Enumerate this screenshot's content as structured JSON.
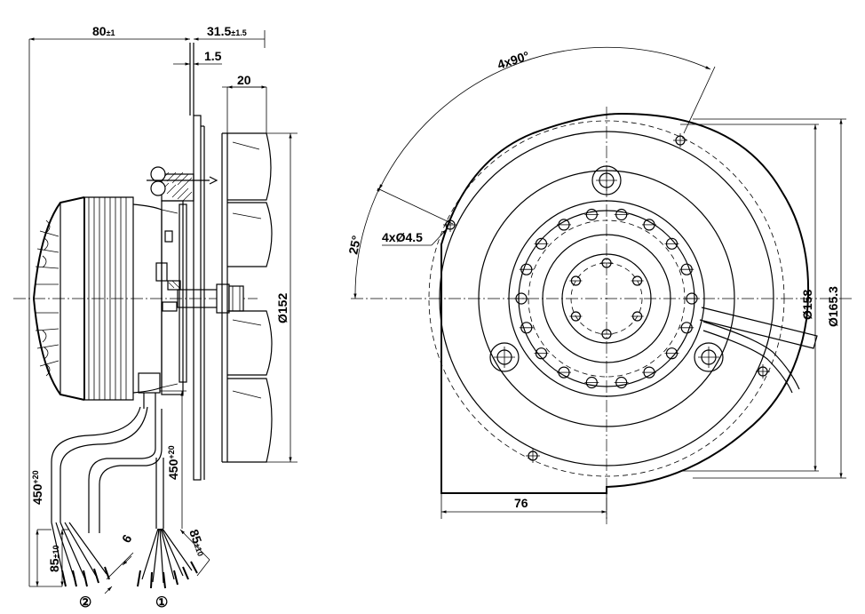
{
  "side_view": {
    "dim_overall_length": {
      "main": "80",
      "tol": "±1"
    },
    "dim_rotor_offset": {
      "main": "31.5",
      "tol": "±1.5"
    },
    "dim_plate": "1.5",
    "dim_blade": "20",
    "dim_wheel_diameter": "Ø152",
    "dim_lead_length_1": {
      "main": "450",
      "tol": "+20"
    },
    "dim_lead_length_2": {
      "main": "450",
      "tol": "+20"
    },
    "dim_strip_1": {
      "main": "85",
      "tol": "±10"
    },
    "dim_strip_2": {
      "main": "85",
      "tol": "±10"
    },
    "dim_wire_end": "6",
    "cable_marker_1": "①",
    "cable_marker_2": "②"
  },
  "front_view": {
    "dim_angle_holes": "4x90°",
    "dim_angle_offset": "25°",
    "dim_holes": "4xØ4.5",
    "dim_bolt_circle": "Ø158",
    "dim_outer_diameter": "Ø165.3",
    "dim_offset": "76"
  }
}
